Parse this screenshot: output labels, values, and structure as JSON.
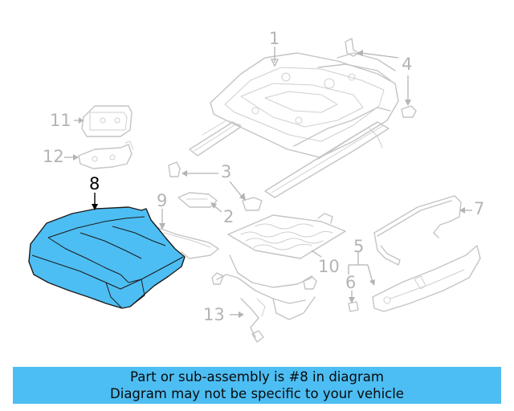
{
  "callouts": [
    {
      "id": "1",
      "label": "1"
    },
    {
      "id": "2",
      "label": "2"
    },
    {
      "id": "3",
      "label": "3"
    },
    {
      "id": "4",
      "label": "4"
    },
    {
      "id": "5",
      "label": "5"
    },
    {
      "id": "6",
      "label": "6"
    },
    {
      "id": "7",
      "label": "7"
    },
    {
      "id": "8",
      "label": "8"
    },
    {
      "id": "9",
      "label": "9"
    },
    {
      "id": "10",
      "label": "10"
    },
    {
      "id": "11",
      "label": "11"
    },
    {
      "id": "12",
      "label": "12"
    },
    {
      "id": "13",
      "label": "13"
    }
  ],
  "highlighted_part": "8",
  "colors": {
    "highlight_fill": "#4dbef3",
    "line_gray": "#c4c4c4",
    "caption_bg": "#4dbef3"
  },
  "caption": {
    "line1": "Part or sub-assembly is #8 in diagram",
    "line2": "Diagram may not be specific to your vehicle"
  }
}
